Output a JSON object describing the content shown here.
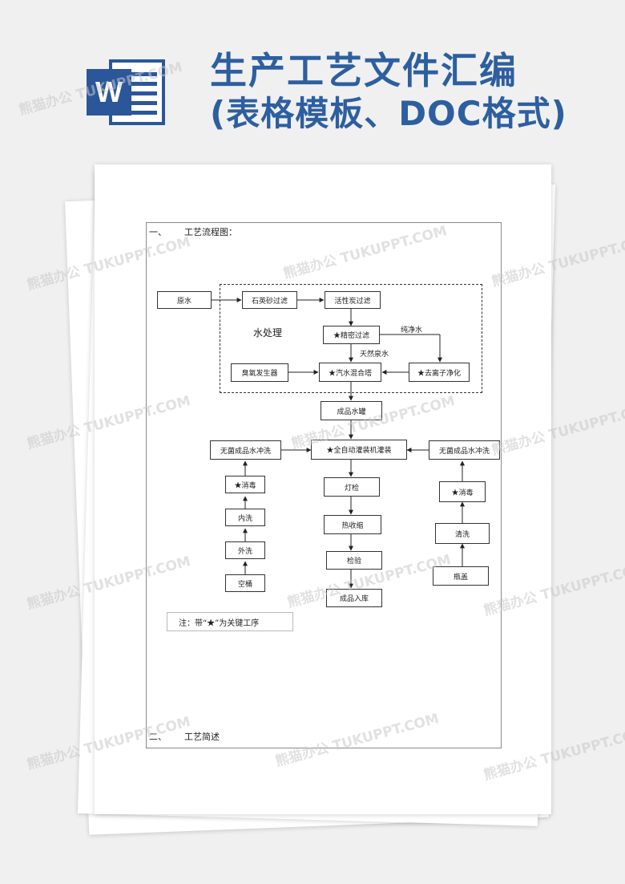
{
  "header": {
    "title_line1": "生产工艺文件汇编",
    "title_line2": "(表格模板、DOC格式)",
    "logo_letter": "W"
  },
  "document": {
    "section1": {
      "number": "一、",
      "title": "工艺流程图："
    },
    "section2": {
      "number": "二、",
      "title": "工艺简述"
    },
    "note": "注：带“★”为关键工序",
    "flow": {
      "raw_water": "原水",
      "quartz_filter": "石英砂过滤",
      "carbon_filter": "活性炭过滤",
      "precision_filter": "★精密过滤",
      "water_treatment": "水处理",
      "pure_water": "纯净水",
      "natural_spring": "天然泉水",
      "ozone_generator": "臭氧发生器",
      "mixing_tower": "★汽水混合塔",
      "deionization": "★去离子净化",
      "product_tank": "成品水罐",
      "left_rinse": "无菌成品水冲洗",
      "auto_filling": "★全自动灌装机灌装",
      "right_rinse": "无菌成品水冲洗",
      "left_disinfect": "★消毒",
      "inner_wash": "内洗",
      "outer_wash": "外洗",
      "empty_bucket": "空桶",
      "light_check": "灯检",
      "heat_shrink": "热收缩",
      "inspection": "检验",
      "storage": "成品入库",
      "right_disinfect": "★消毒",
      "cleaning": "清洗",
      "bottle_cap": "瓶盖"
    }
  },
  "watermark": "熊猫办公 TUKUPPT.COM",
  "colors": {
    "title": "#2d5fa0",
    "logo": "#2b579a"
  }
}
